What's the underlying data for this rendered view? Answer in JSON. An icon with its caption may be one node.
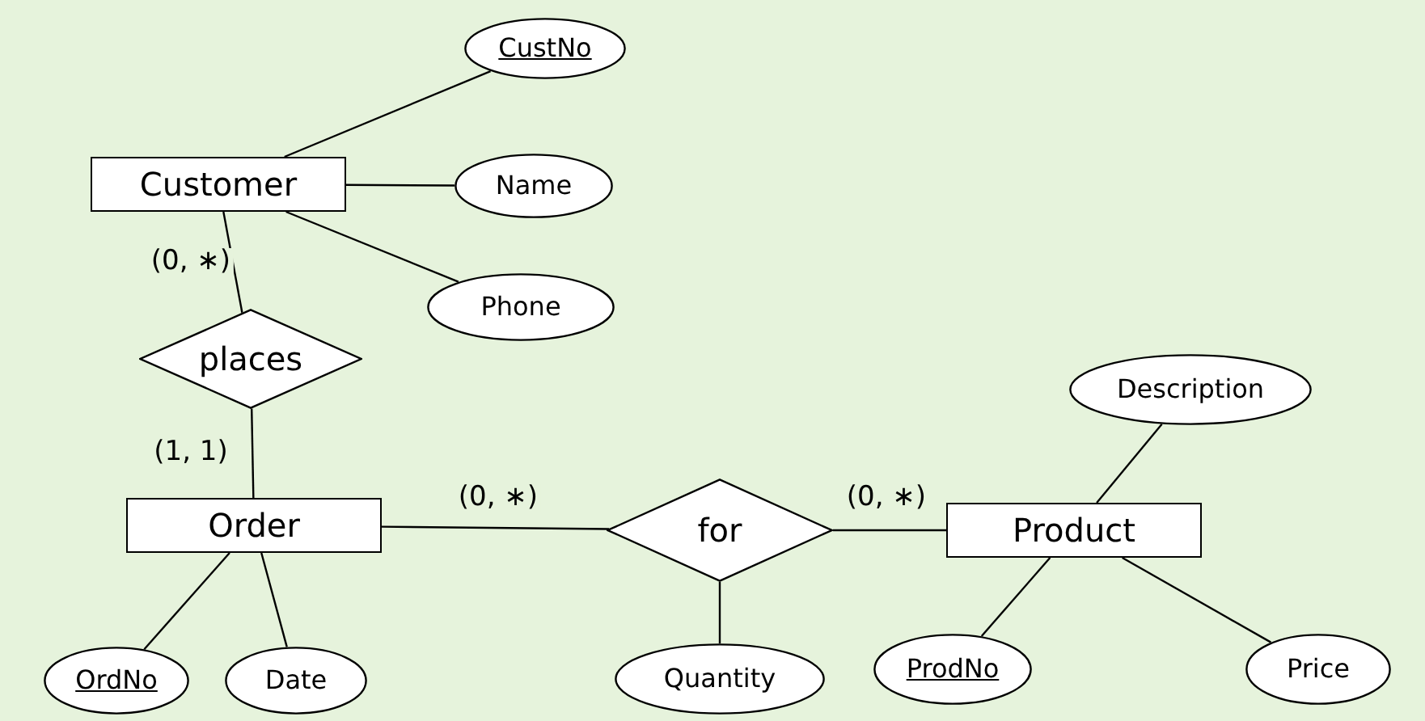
{
  "diagram": {
    "nodes": [
      {
        "text": [
          "Customer"
        ]
      },
      {
        "text": [
          "CustNo"
        ]
      },
      {
        "text": [
          "Name"
        ]
      },
      {
        "text": [
          "Phone"
        ]
      },
      {
        "text": [
          "places"
        ]
      },
      {
        "text": [
          "Order"
        ]
      },
      {
        "text": [
          "OrdNo"
        ]
      },
      {
        "text": [
          "Date"
        ]
      },
      {
        "text": [
          "for"
        ]
      },
      {
        "text": [
          "Quantity"
        ]
      },
      {
        "text": [
          "Product"
        ]
      },
      {
        "text": [
          "Description"
        ]
      },
      {
        "text": [
          "ProdNo"
        ]
      },
      {
        "text": [
          "Price"
        ]
      }
    ],
    "edges": [
      {
        "from": 0,
        "to": 1,
        "arrow": "none"
      },
      {
        "from": 0,
        "to": 2,
        "arrow": "none"
      },
      {
        "from": 0,
        "to": 3,
        "arrow": "none"
      },
      {
        "from": 0,
        "to": 4,
        "arrow": "none",
        "label": "(0, ∗)"
      },
      {
        "from": 4,
        "to": 5,
        "arrow": "none",
        "label": "(1, 1)"
      },
      {
        "from": 5,
        "to": 6,
        "arrow": "none"
      },
      {
        "from": 5,
        "to": 7,
        "arrow": "none"
      },
      {
        "from": 5,
        "to": 8,
        "arrow": "none",
        "label": "(0, ∗)"
      },
      {
        "from": 8,
        "to": 10,
        "arrow": "none",
        "label": "(0, ∗)"
      },
      {
        "from": 8,
        "to": 9,
        "arrow": "none"
      },
      {
        "from": 10,
        "to": 11,
        "arrow": "none"
      },
      {
        "from": 10,
        "to": 12,
        "arrow": "none"
      },
      {
        "from": 10,
        "to": 13,
        "arrow": "none"
      }
    ]
  }
}
